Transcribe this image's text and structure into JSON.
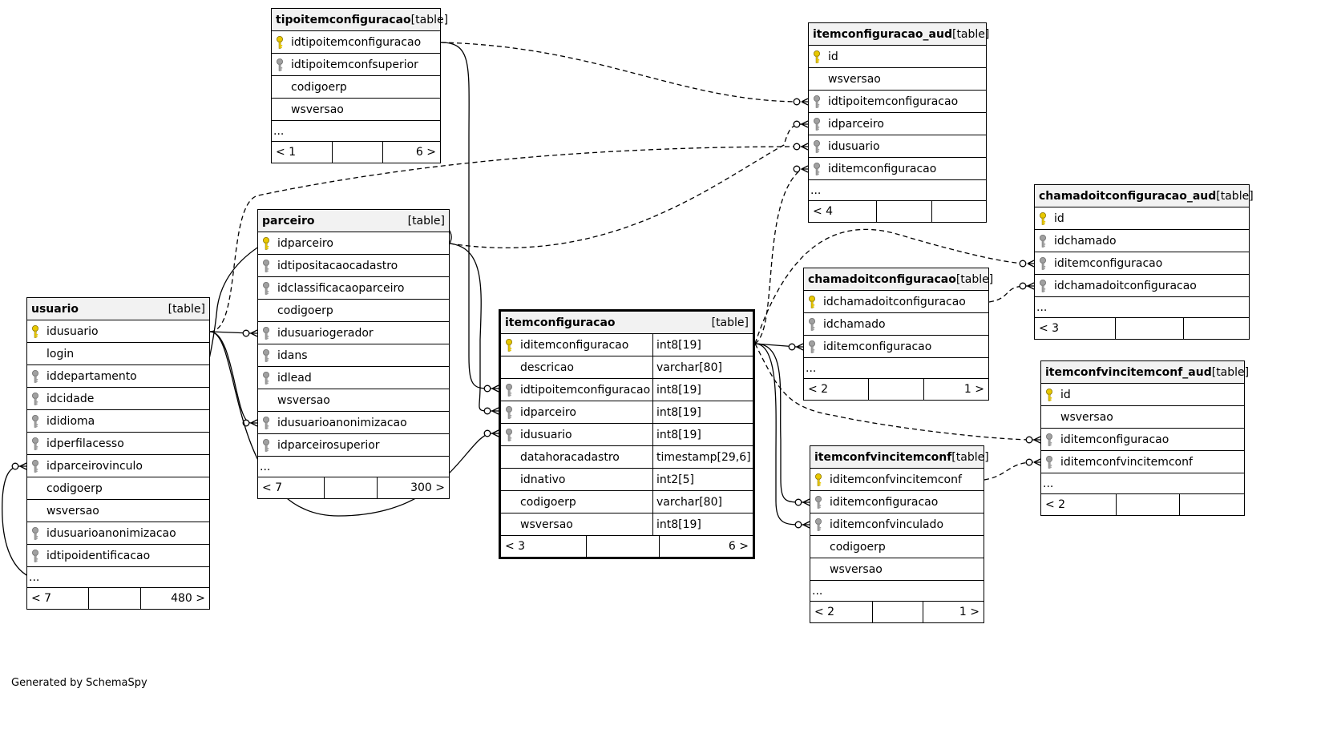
{
  "credit": "Generated by SchemaSpy",
  "tag": "[table]",
  "tables": {
    "tipoitemconfiguracao": {
      "name": "tipoitemconfiguracao",
      "columns": [
        {
          "name": "idtipoitemconfiguracao",
          "key": "primary"
        },
        {
          "name": "idtipoitemconfsuperior",
          "key": "foreign"
        },
        {
          "name": "codigoerp",
          "key": "none"
        },
        {
          "name": "wsversao",
          "key": "none"
        }
      ],
      "ellipsis": "...",
      "footer": [
        "< 1",
        "",
        "6 >"
      ]
    },
    "itemconfiguracao_aud": {
      "name": "itemconfiguracao_aud",
      "columns": [
        {
          "name": "id",
          "key": "primary"
        },
        {
          "name": "wsversao",
          "key": "none"
        },
        {
          "name": "idtipoitemconfiguracao",
          "key": "foreign"
        },
        {
          "name": "idparceiro",
          "key": "foreign"
        },
        {
          "name": "idusuario",
          "key": "foreign"
        },
        {
          "name": "iditemconfiguracao",
          "key": "foreign"
        }
      ],
      "ellipsis": "...",
      "footer": [
        "< 4",
        "",
        ""
      ]
    },
    "chamadoitconfiguracao_aud": {
      "name": "chamadoitconfiguracao_aud",
      "columns": [
        {
          "name": "id",
          "key": "primary"
        },
        {
          "name": "idchamado",
          "key": "foreign"
        },
        {
          "name": "iditemconfiguracao",
          "key": "foreign"
        },
        {
          "name": "idchamadoitconfiguracao",
          "key": "foreign"
        }
      ],
      "ellipsis": "...",
      "footer": [
        "< 3",
        "",
        ""
      ]
    },
    "parceiro": {
      "name": "parceiro",
      "columns": [
        {
          "name": "idparceiro",
          "key": "primary"
        },
        {
          "name": "idtipositacaocadastro",
          "key": "foreign"
        },
        {
          "name": "idclassificacaoparceiro",
          "key": "foreign"
        },
        {
          "name": "codigoerp",
          "key": "none"
        },
        {
          "name": "idusuariogerador",
          "key": "foreign"
        },
        {
          "name": "idans",
          "key": "foreign"
        },
        {
          "name": "idlead",
          "key": "foreign"
        },
        {
          "name": "wsversao",
          "key": "none"
        },
        {
          "name": "idusuarioanonimizacao",
          "key": "foreign"
        },
        {
          "name": "idparceirosuperior",
          "key": "foreign"
        }
      ],
      "ellipsis": "...",
      "footer": [
        "< 7",
        "",
        "300 >"
      ]
    },
    "usuario": {
      "name": "usuario",
      "columns": [
        {
          "name": "idusuario",
          "key": "primary"
        },
        {
          "name": "login",
          "key": "none"
        },
        {
          "name": "iddepartamento",
          "key": "foreign"
        },
        {
          "name": "idcidade",
          "key": "foreign"
        },
        {
          "name": "ididioma",
          "key": "foreign"
        },
        {
          "name": "idperfilacesso",
          "key": "foreign"
        },
        {
          "name": "idparceirovinculo",
          "key": "foreign"
        },
        {
          "name": "codigoerp",
          "key": "none"
        },
        {
          "name": "wsversao",
          "key": "none"
        },
        {
          "name": "idusuarioanonimizacao",
          "key": "foreign"
        },
        {
          "name": "idtipoidentificacao",
          "key": "foreign"
        }
      ],
      "ellipsis": "...",
      "footer": [
        "< 7",
        "",
        "480 >"
      ]
    },
    "itemconfiguracao": {
      "name": "itemconfiguracao",
      "columns": [
        {
          "name": "iditemconfiguracao",
          "type": "int8[19]",
          "key": "primary"
        },
        {
          "name": "descricao",
          "type": "varchar[80]",
          "key": "none"
        },
        {
          "name": "idtipoitemconfiguracao",
          "type": "int8[19]",
          "key": "foreign"
        },
        {
          "name": "idparceiro",
          "type": "int8[19]",
          "key": "foreign"
        },
        {
          "name": "idusuario",
          "type": "int8[19]",
          "key": "foreign"
        },
        {
          "name": "datahoracadastro",
          "type": "timestamp[29,6]",
          "key": "none"
        },
        {
          "name": "idnativo",
          "type": "int2[5]",
          "key": "none"
        },
        {
          "name": "codigoerp",
          "type": "varchar[80]",
          "key": "none"
        },
        {
          "name": "wsversao",
          "type": "int8[19]",
          "key": "none"
        }
      ],
      "footer": [
        "< 3",
        "",
        "6 >"
      ]
    },
    "chamadoitconfiguracao": {
      "name": "chamadoitconfiguracao",
      "columns": [
        {
          "name": "idchamadoitconfiguracao",
          "key": "primary"
        },
        {
          "name": "idchamado",
          "key": "foreign"
        },
        {
          "name": "iditemconfiguracao",
          "key": "foreign"
        }
      ],
      "ellipsis": "...",
      "footer": [
        "< 2",
        "",
        "1 >"
      ]
    },
    "itemconfvincitemconf_aud": {
      "name": "itemconfvincitemconf_aud",
      "columns": [
        {
          "name": "id",
          "key": "primary"
        },
        {
          "name": "wsversao",
          "key": "none"
        },
        {
          "name": "iditemconfiguracao",
          "key": "foreign"
        },
        {
          "name": "iditemconfvincitemconf",
          "key": "foreign"
        }
      ],
      "ellipsis": "...",
      "footer": [
        "< 2",
        "",
        ""
      ]
    },
    "itemconfvincitemconf": {
      "name": "itemconfvincitemconf",
      "columns": [
        {
          "name": "iditemconfvincitemconf",
          "key": "primary"
        },
        {
          "name": "iditemconfiguracao",
          "key": "foreign"
        },
        {
          "name": "iditemconfvinculado",
          "key": "foreign"
        },
        {
          "name": "codigoerp",
          "key": "none"
        },
        {
          "name": "wsversao",
          "key": "none"
        }
      ],
      "ellipsis": "...",
      "footer": [
        "< 2",
        "",
        "1 >"
      ]
    }
  },
  "colors": {
    "primary_key": "#e8c800",
    "foreign_key": "#a0a0a0",
    "header_bg": "#f2f2f2"
  }
}
